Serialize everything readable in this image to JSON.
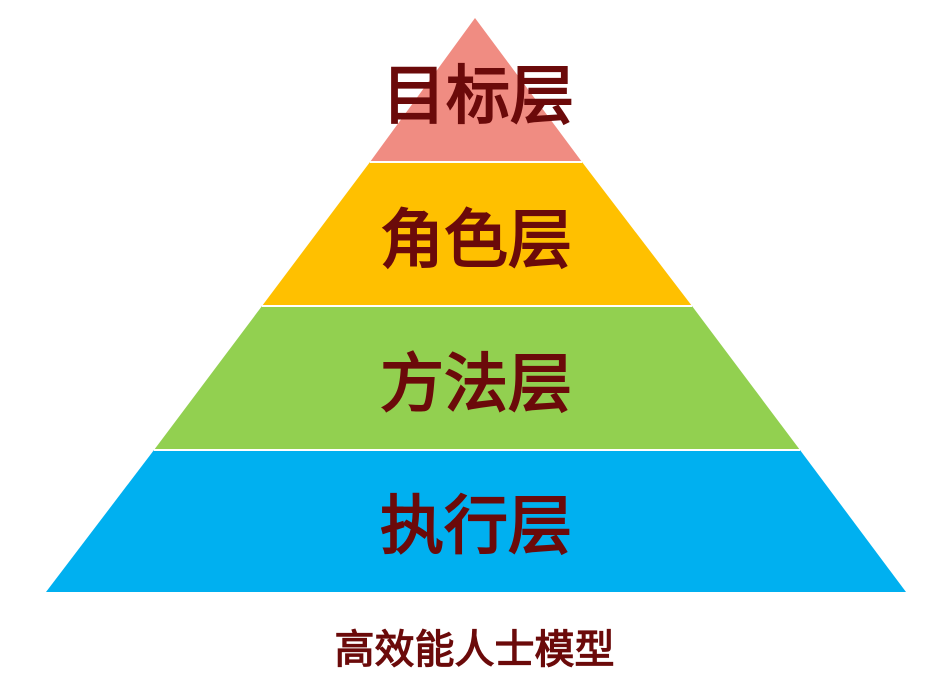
{
  "pyramid": {
    "layers": [
      {
        "label": "目标层",
        "fill": "#F08C82"
      },
      {
        "label": "角色层",
        "fill": "#FFC000"
      },
      {
        "label": "方法层",
        "fill": "#92D050"
      },
      {
        "label": "执行层",
        "fill": "#00B0F0"
      }
    ],
    "text_color": "#6B0A0A"
  },
  "caption": "高效能人士模型"
}
